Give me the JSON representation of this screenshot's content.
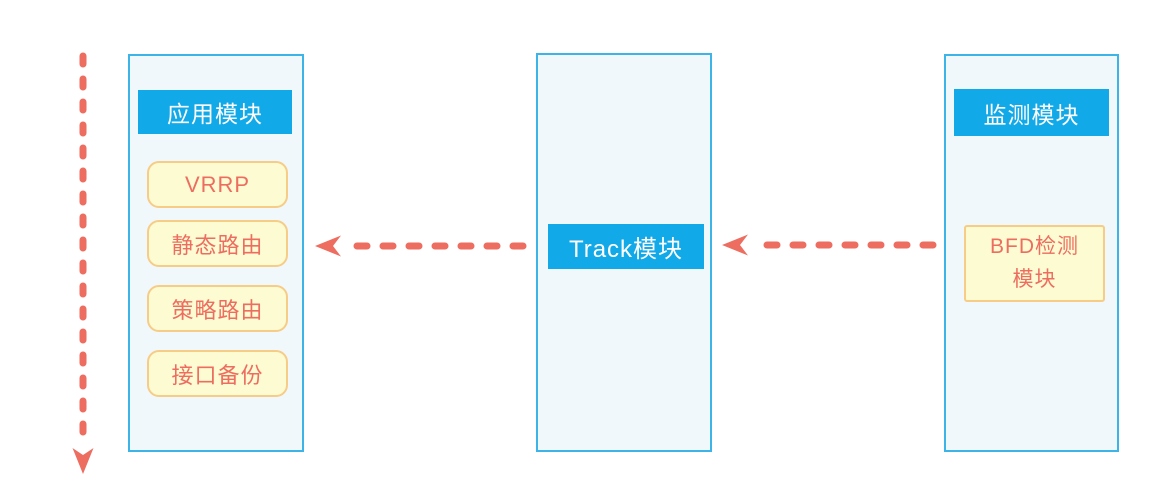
{
  "diagram": {
    "app_module": {
      "title": "应用模块",
      "items": [
        "VRRP",
        "静态路由",
        "策略路由",
        "接口备份"
      ]
    },
    "track_module": {
      "title": "Track模块"
    },
    "monitor_module": {
      "title": "监测模块",
      "item_lines": [
        "BFD检测",
        "模块"
      ]
    }
  },
  "colors": {
    "header-blue": "#12a9e9",
    "box-border": "#3cb4e7",
    "box-fill": "#f0f8fc",
    "pill-fill": "#fdfbd2",
    "pill-border": "#f6cc86",
    "accent-red": "#ed6d60"
  }
}
